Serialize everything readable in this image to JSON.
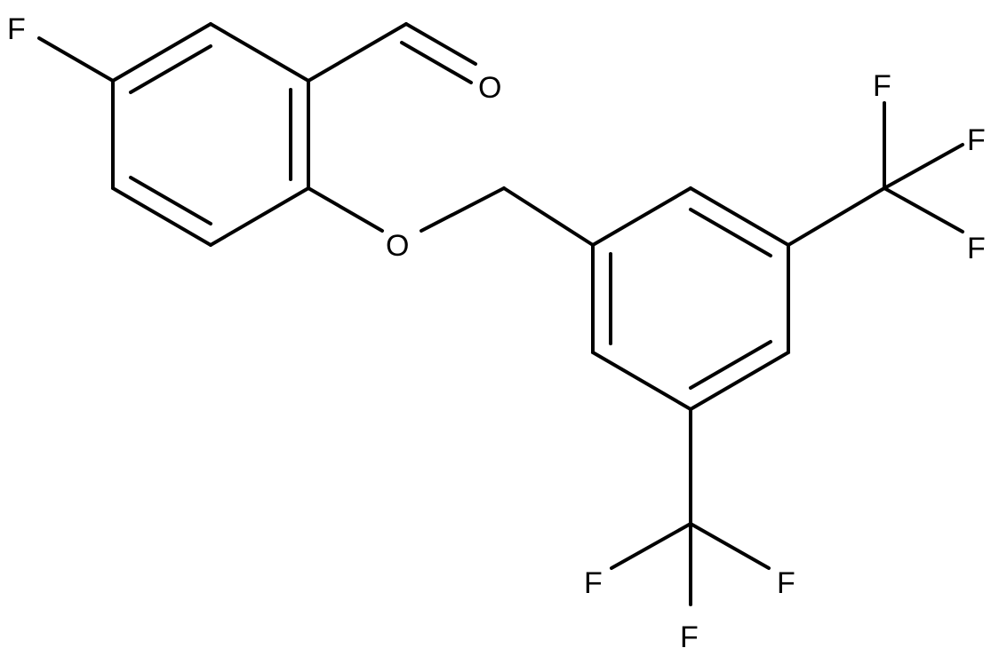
{
  "molecule": {
    "atoms": {
      "f_ring": "F",
      "o_aldehyde": "O",
      "o_ether": "O",
      "f_top_1": "F",
      "f_top_2": "F",
      "f_top_3": "F",
      "f_bottom_1": "F",
      "f_bottom_2": "F",
      "f_bottom_3": "F"
    },
    "colors": {
      "bond": "#000000",
      "label": "#000000",
      "background": "#ffffff"
    }
  }
}
